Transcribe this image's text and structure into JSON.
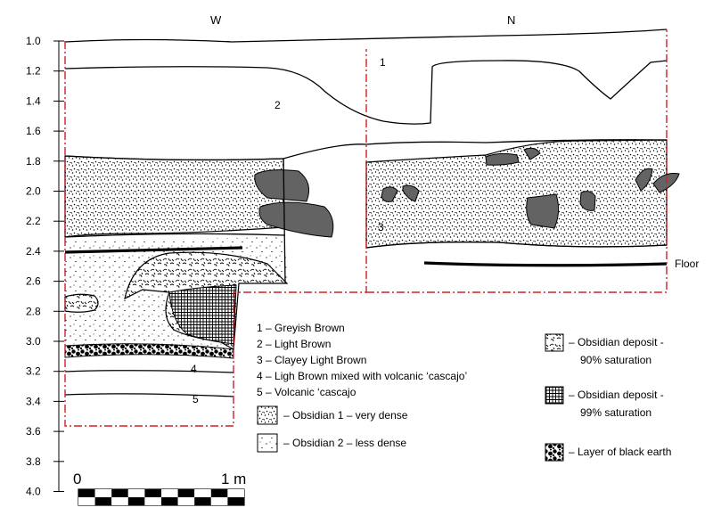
{
  "directions": {
    "west": "W",
    "north": "N"
  },
  "depth_scale": [
    "1.0",
    "1.2",
    "1.4",
    "1.6",
    "1.8",
    "2.0",
    "2.2",
    "2.4",
    "2.6",
    "2.8",
    "3.0",
    "3.2",
    "3.4",
    "3.6",
    "3.8",
    "4.0"
  ],
  "layer_labels": {
    "l1": "1",
    "l2": "2",
    "l3": "3",
    "l4": "4",
    "l5": "5",
    "floor": "Floor"
  },
  "legend_numbered": [
    "1 – Greyish Brown",
    "2 – Light Brown",
    "3 – Clayey Light Brown",
    "4 – Ligh Brown mixed with volcanic ‘cascajo’",
    "5 – Volcanic ‘cascajo"
  ],
  "legend_patterns": {
    "obsidian1": "– Obsidian 1 – very dense",
    "obsidian2": "– Obsidian 2 – less dense",
    "deposit90_line1": "– Obsidian deposit -",
    "deposit90_line2": "90% saturation",
    "deposit99_line1": "– Obsidian deposit -",
    "deposit99_line2": "99% saturation",
    "black_earth": "– Layer of black earth"
  },
  "scale_bar": {
    "start": "0",
    "end": "1 m"
  },
  "colors": {
    "section_outline": "#d32020",
    "stone_fill": "#636363"
  }
}
